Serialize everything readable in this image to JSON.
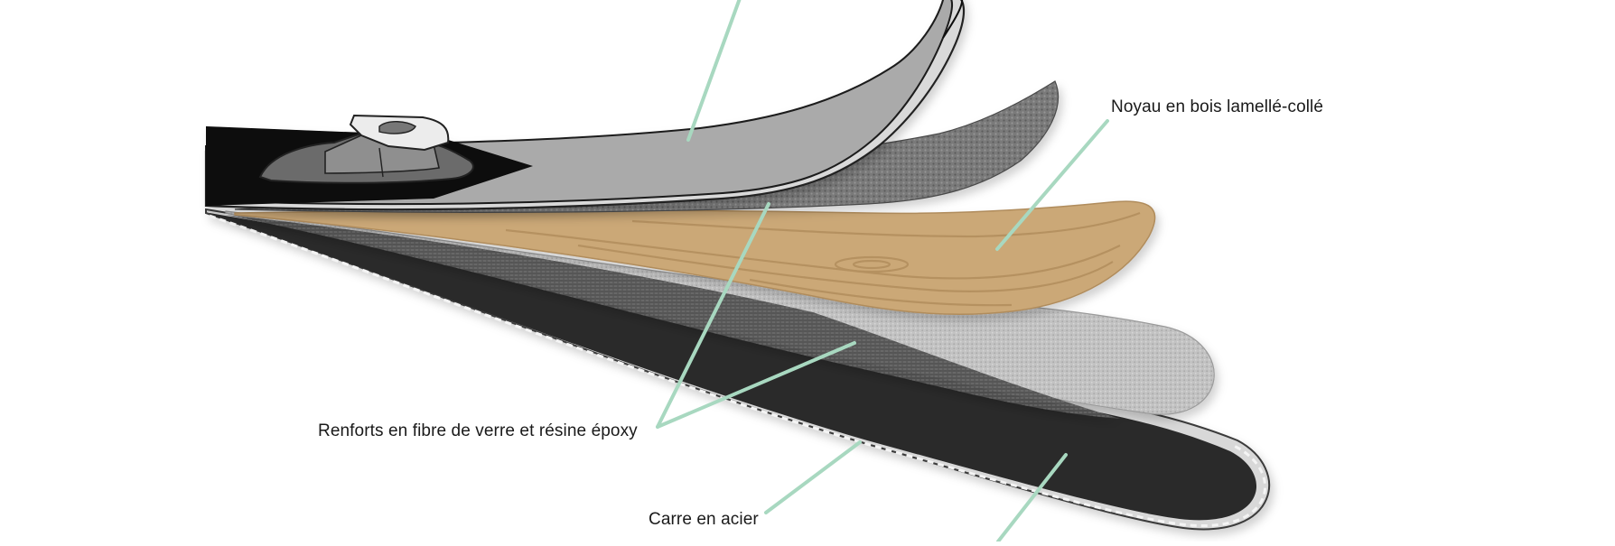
{
  "labels": {
    "core": "Noyau en bois lamellé-collé",
    "reinforcement": "Renforts en fibre de verre et résine époxy",
    "edge": "Carre en acier"
  },
  "colors": {
    "leader_line": "#a8d8c0",
    "top_sheet": "#a9a9a9",
    "wood_core": "#cba877",
    "base": "#2b2b2b",
    "fiber": "#6e6e6e",
    "binding": "#ececec"
  },
  "icons": [
    "ski-binding-icon"
  ]
}
